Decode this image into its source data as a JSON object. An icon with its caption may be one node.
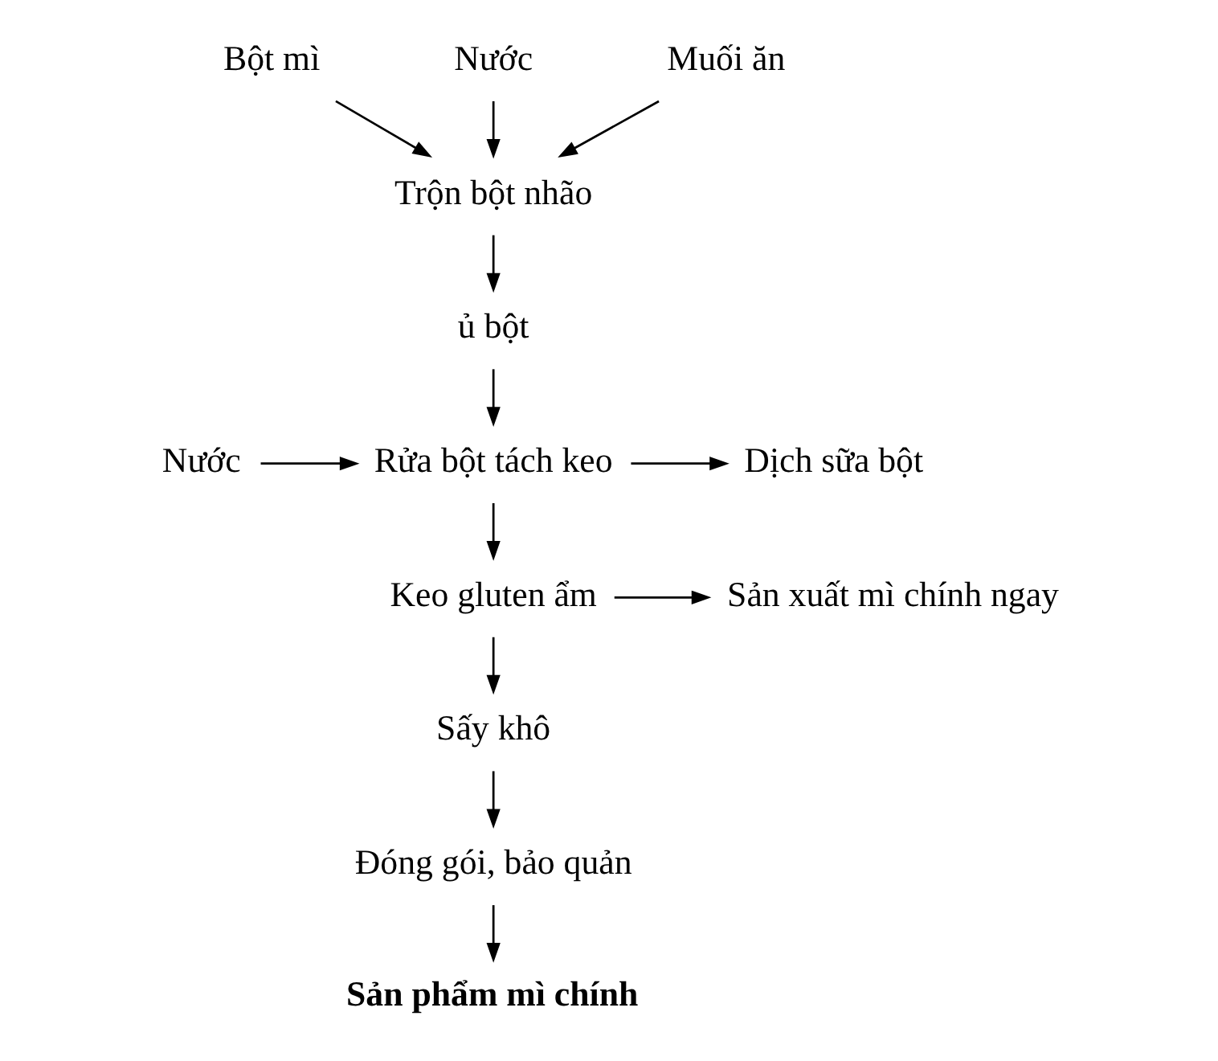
{
  "diagram": {
    "nodes": [
      {
        "text": [
          "Bột mì"
        ]
      },
      {
        "text": [
          "Nước"
        ]
      },
      {
        "text": [
          "Muối ăn"
        ]
      },
      {
        "text": [
          "Trộn bột nhão"
        ]
      },
      {
        "text": [
          "ủ bột"
        ]
      },
      {
        "text": [
          "Nước"
        ]
      },
      {
        "text": [
          "Rửa bột tách keo"
        ]
      },
      {
        "text": [
          "Dịch sữa bột"
        ]
      },
      {
        "text": [
          "Keo gluten ẩm"
        ]
      },
      {
        "text": [
          "Sản xuất mì chính ngay"
        ]
      },
      {
        "text": [
          "Sấy khô"
        ]
      },
      {
        "text": [
          "Đóng gói, bảo quản"
        ]
      },
      {
        "text": [
          "Sản phẩm mì chính"
        ]
      }
    ],
    "edges": [
      {
        "from": 0,
        "to": 3,
        "arrow": "to"
      },
      {
        "from": 1,
        "to": 3,
        "arrow": "to"
      },
      {
        "from": 2,
        "to": 3,
        "arrow": "to"
      },
      {
        "from": 3,
        "to": 4,
        "arrow": "to"
      },
      {
        "from": 4,
        "to": 6,
        "arrow": "to"
      },
      {
        "from": 5,
        "to": 6,
        "arrow": "to"
      },
      {
        "from": 6,
        "to": 7,
        "arrow": "to"
      },
      {
        "from": 6,
        "to": 8,
        "arrow": "to"
      },
      {
        "from": 8,
        "to": 9,
        "arrow": "to"
      },
      {
        "from": 8,
        "to": 10,
        "arrow": "to"
      },
      {
        "from": 10,
        "to": 11,
        "arrow": "to"
      },
      {
        "from": 11,
        "to": 12,
        "arrow": "to"
      }
    ]
  }
}
